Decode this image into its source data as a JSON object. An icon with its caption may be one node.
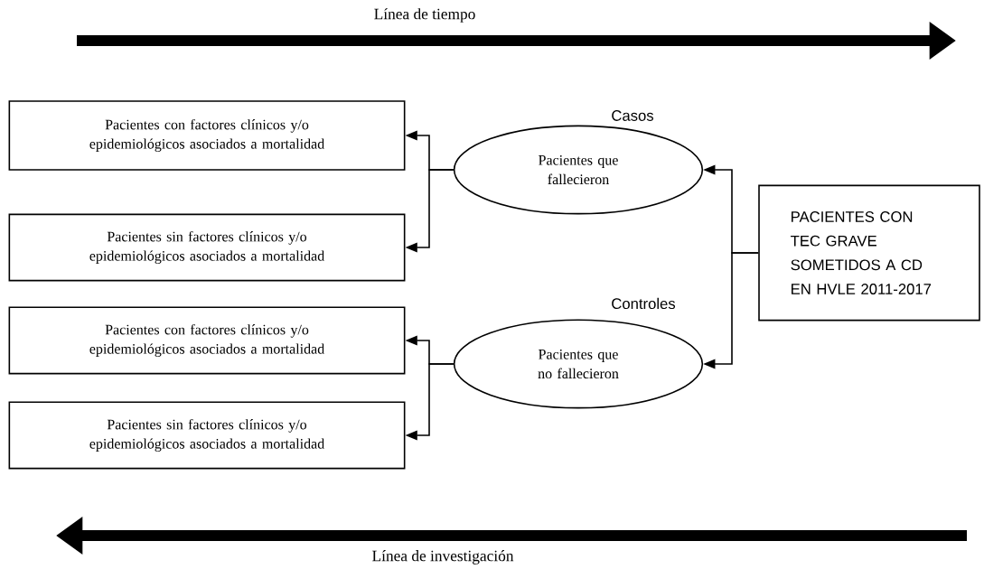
{
  "diagram": {
    "nodes": [
      {
        "text": [
          "PACIENTES CON TEC GRAVE SOMETIDOS A CD EN HVLE 2011-2017"
        ]
      },
      {
        "text": [
          "Casos",
          "Pacientes que fallecieron"
        ]
      },
      {
        "text": [
          "Controles",
          "Pacientes que no fallecieron"
        ]
      },
      {
        "text": [
          "Pacientes con factores clínicos y/o epidemiológicos asociados a mortalidad"
        ]
      },
      {
        "text": [
          "Pacientes sin factores clínicos y/o epidemiológicos asociados a mortalidad"
        ]
      },
      {
        "text": [
          "Pacientes con factores clínicos y/o epidemiológicos asociados a mortalidad"
        ]
      },
      {
        "text": [
          "Pacientes sin factores clínicos y/o epidemiológicos asociados a mortalidad"
        ]
      }
    ],
    "edges": [
      {
        "from": 0,
        "to": 1,
        "arrow": "to"
      },
      {
        "from": 0,
        "to": 2,
        "arrow": "to"
      },
      {
        "from": 1,
        "to": 3,
        "arrow": "to"
      },
      {
        "from": 1,
        "to": 4,
        "arrow": "to"
      },
      {
        "from": 2,
        "to": 5,
        "arrow": "to"
      },
      {
        "from": 2,
        "to": 6,
        "arrow": "to"
      }
    ],
    "labels": [
      "Línea de tiempo",
      "Línea de investigación"
    ]
  }
}
